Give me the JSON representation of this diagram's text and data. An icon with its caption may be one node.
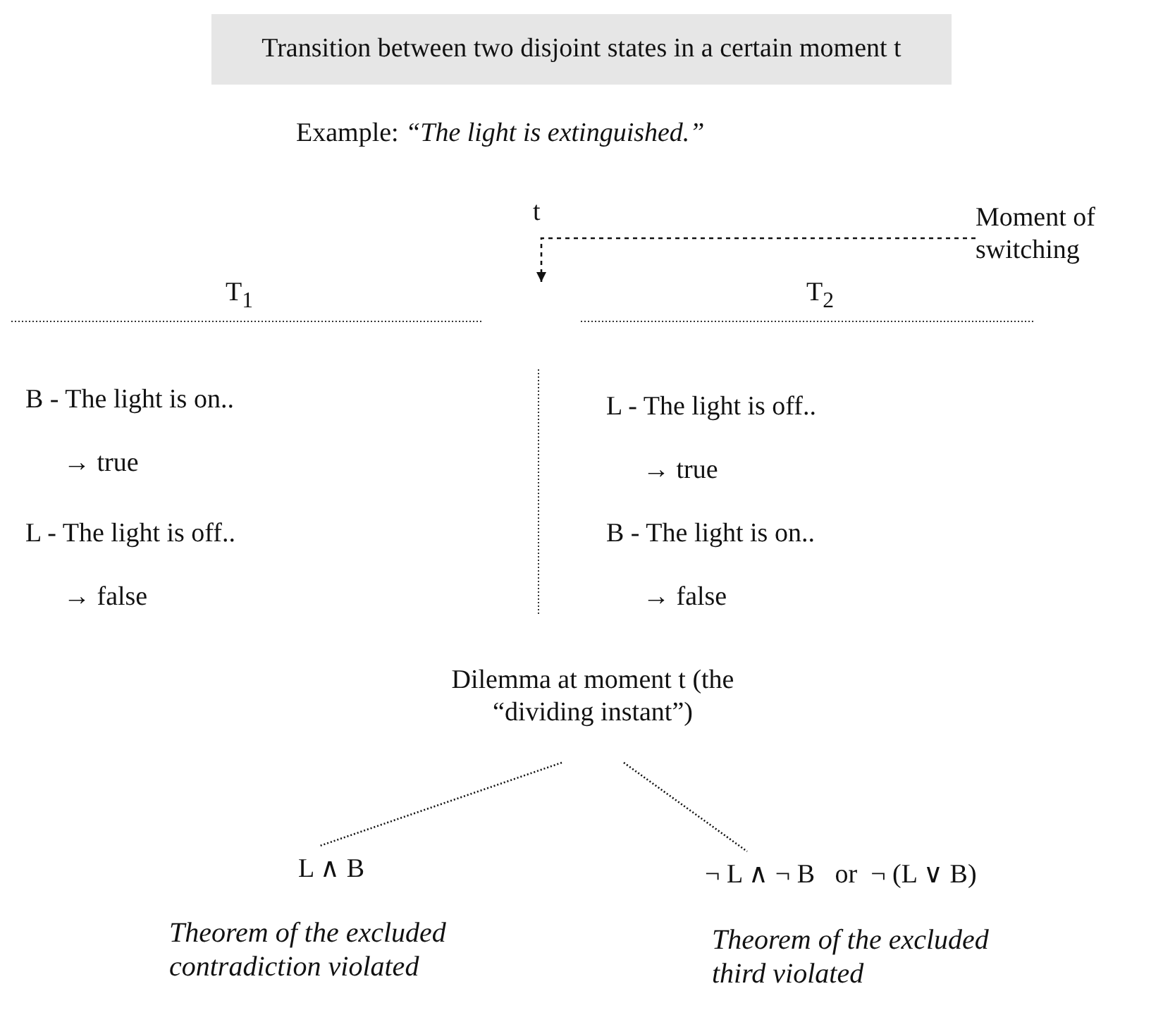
{
  "diagram": {
    "nodes": [
      {
        "text": [
          "Transition between two disjoint states in a certain moment t"
        ]
      },
      {
        "text": [
          "Moment of switching"
        ]
      },
      {
        "text": [
          "Dilemma at moment  t (the “dividing instant”)"
        ]
      },
      {
        "text": [
          "L ∧ B"
        ],
        "beside": [
          "Theorem of the excluded contradiction violated"
        ]
      },
      {
        "text": [
          "¬ L ∧ ¬ B   or  ¬ (L ∨ B)"
        ],
        "beside": [
          "Theorem of the excluded third violated"
        ]
      }
    ],
    "edges": [
      {
        "from": 1,
        "to": null,
        "arrow": "to",
        "style": "dashed"
      },
      {
        "from": 2,
        "to": 3,
        "arrow": "none",
        "style": "dashed"
      },
      {
        "from": 2,
        "to": 4,
        "arrow": "none",
        "style": "dashed"
      }
    ],
    "labels": [
      "Example: *“The light is extinguished.”*",
      "t",
      "T$_{1}$",
      "T$_{2}$",
      "B - The light is on..",
      "L - The light is off..",
      "→ true",
      "→ true",
      "L - The light is off..",
      "B - The light is on..",
      "→ false",
      "→ false"
    ]
  }
}
